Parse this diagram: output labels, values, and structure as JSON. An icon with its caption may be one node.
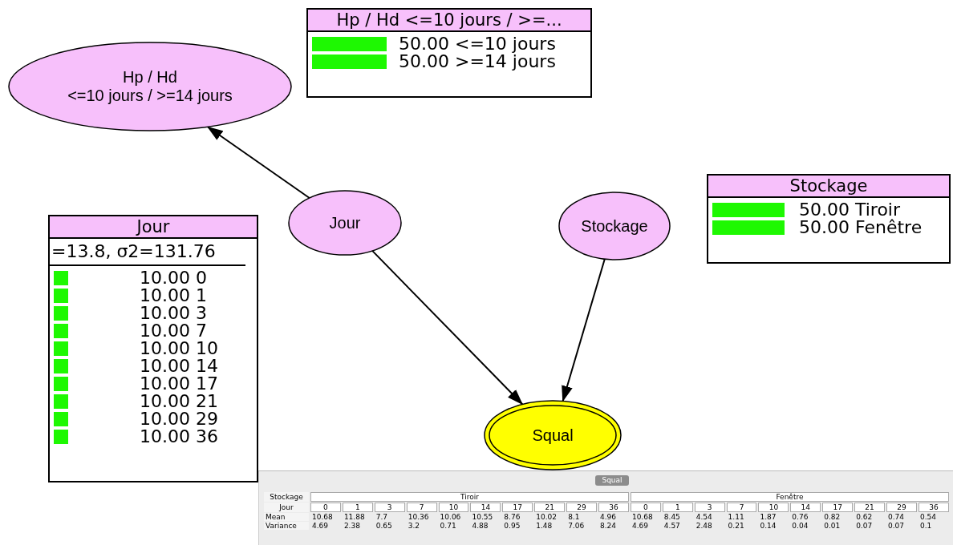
{
  "diagram": {
    "nodes": [
      {
        "text": [
          "Hp / Hd",
          "<=10 jours / >=14 jours"
        ]
      },
      {
        "text": [
          "Hp / Hd <=10 jours / >=...",
          "50.00 <=10 jours",
          "50.00 >=14 jours"
        ]
      },
      {
        "text": [
          "Jour"
        ]
      },
      {
        "text": [
          "Stockage"
        ]
      },
      {
        "text": [
          "Stockage",
          "50.00 Tiroir",
          "50.00 Fenêtre"
        ]
      },
      {
        "text": [
          "Jour",
          "=13.8, σ2=131.76",
          "10.00 0",
          "10.00 1",
          "10.00 3",
          "10.00 7",
          "10.00 10",
          "10.00 14",
          "10.00 17",
          "10.00 21",
          "10.00 29",
          "10.00 36"
        ]
      },
      {
        "text": [
          "Squal"
        ]
      }
    ],
    "edges": [
      {
        "from": 2,
        "to": 0,
        "arrow": "to"
      },
      {
        "from": 2,
        "to": 6,
        "arrow": "to"
      },
      {
        "from": 3,
        "to": 6,
        "arrow": "to"
      }
    ],
    "labels": [
      "Squal",
      "Stockage",
      "Tiroir",
      "Fenêtre",
      "Jour",
      "0",
      "1",
      "3",
      "7",
      "10",
      "14",
      "17",
      "21",
      "29",
      "36",
      "0",
      "1",
      "3",
      "7",
      "10",
      "14",
      "17",
      "21",
      "29",
      "36",
      "Mean",
      "10.68",
      "11.88",
      "7.7",
      "10.36",
      "10.06",
      "10.55",
      "8.76",
      "10.02",
      "8.1",
      "4.96",
      "10.68",
      "8.45",
      "4.54",
      "1.11",
      "1.87",
      "0.76",
      "0.82",
      "0.62",
      "0.74",
      "0.54",
      "Variance",
      "4.69",
      "2.38",
      "0.65",
      "3.2",
      "0.71",
      "4.88",
      "0.95",
      "1.48",
      "7.06",
      "8.24",
      "4.69",
      "4.57",
      "2.48",
      "0.21",
      "0.14",
      "0.04",
      "0.01",
      "0.07",
      "0.07",
      "0.1"
    ]
  }
}
